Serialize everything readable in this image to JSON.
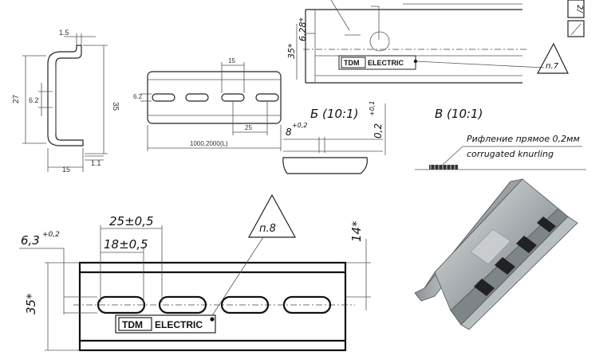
{
  "profile_view": {
    "dim_top_width": "1.5",
    "dim_height_inner": "27",
    "dim_slot": "6.2",
    "dim_height_total": "35",
    "dim_bottom_width": "15",
    "dim_bottom_thickness": "1.1"
  },
  "rail_top_view": {
    "dim_slot_length": "15",
    "dim_slot_height": "6.2",
    "dim_pitch": "25",
    "dim_length": "1000,2000(L)"
  },
  "detail_panel": {
    "dim_height_star": "6,28*",
    "dim_35_star": "35*",
    "note_ref": "п.7",
    "section_b_title": "Б (10:1)",
    "section_b_dim1": "8",
    "section_b_dim1_tol": "+0,2",
    "section_b_dim2": "0,2",
    "section_b_dim2_tol": "+0,1",
    "section_v_title": "В (10:1)",
    "note_ru": "Рифление прямое 0,2мм",
    "note_en": "corrugated knurling",
    "corner_text": "2/"
  },
  "large_view": {
    "dim_pitch": "25±0,5",
    "dim_slot": "18±0,5",
    "dim_offset": "6,3",
    "dim_offset_tol": "+0,2",
    "dim_height": "35*",
    "dim_14": "14*",
    "note_ref": "п.8"
  },
  "logo": {
    "brand_a": "TDM",
    "brand_b": "ELECTRIC"
  }
}
